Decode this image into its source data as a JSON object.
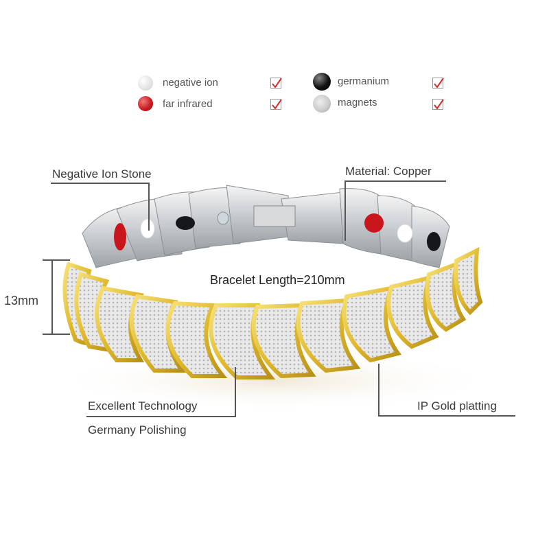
{
  "legend": {
    "items": [
      {
        "label": "negative ion",
        "dot_color": "#f2f2f2",
        "checked": true
      },
      {
        "label": "far infrared",
        "dot_color": "#c8161c",
        "checked": true
      },
      {
        "label": "germanium",
        "dot_color": "#111111",
        "checked": true
      },
      {
        "label": "magnets",
        "dot_color": "#c9c9c9",
        "checked": true
      }
    ],
    "check_color": "#d42a2a"
  },
  "callouts": {
    "negative_ion_stone": "Negative Ion Stone",
    "material": "Material: Copper",
    "width": "13mm",
    "length": "Bracelet Length=210mm",
    "technology": "Excellent Technology",
    "polishing": "Germany Polishing",
    "plating": "IP Gold platting"
  },
  "product": {
    "type": "magnetic bracelet",
    "colors": {
      "gold": "#e3c13a",
      "silver": "#d9d9d9",
      "steel": "#bfc3c7"
    }
  }
}
